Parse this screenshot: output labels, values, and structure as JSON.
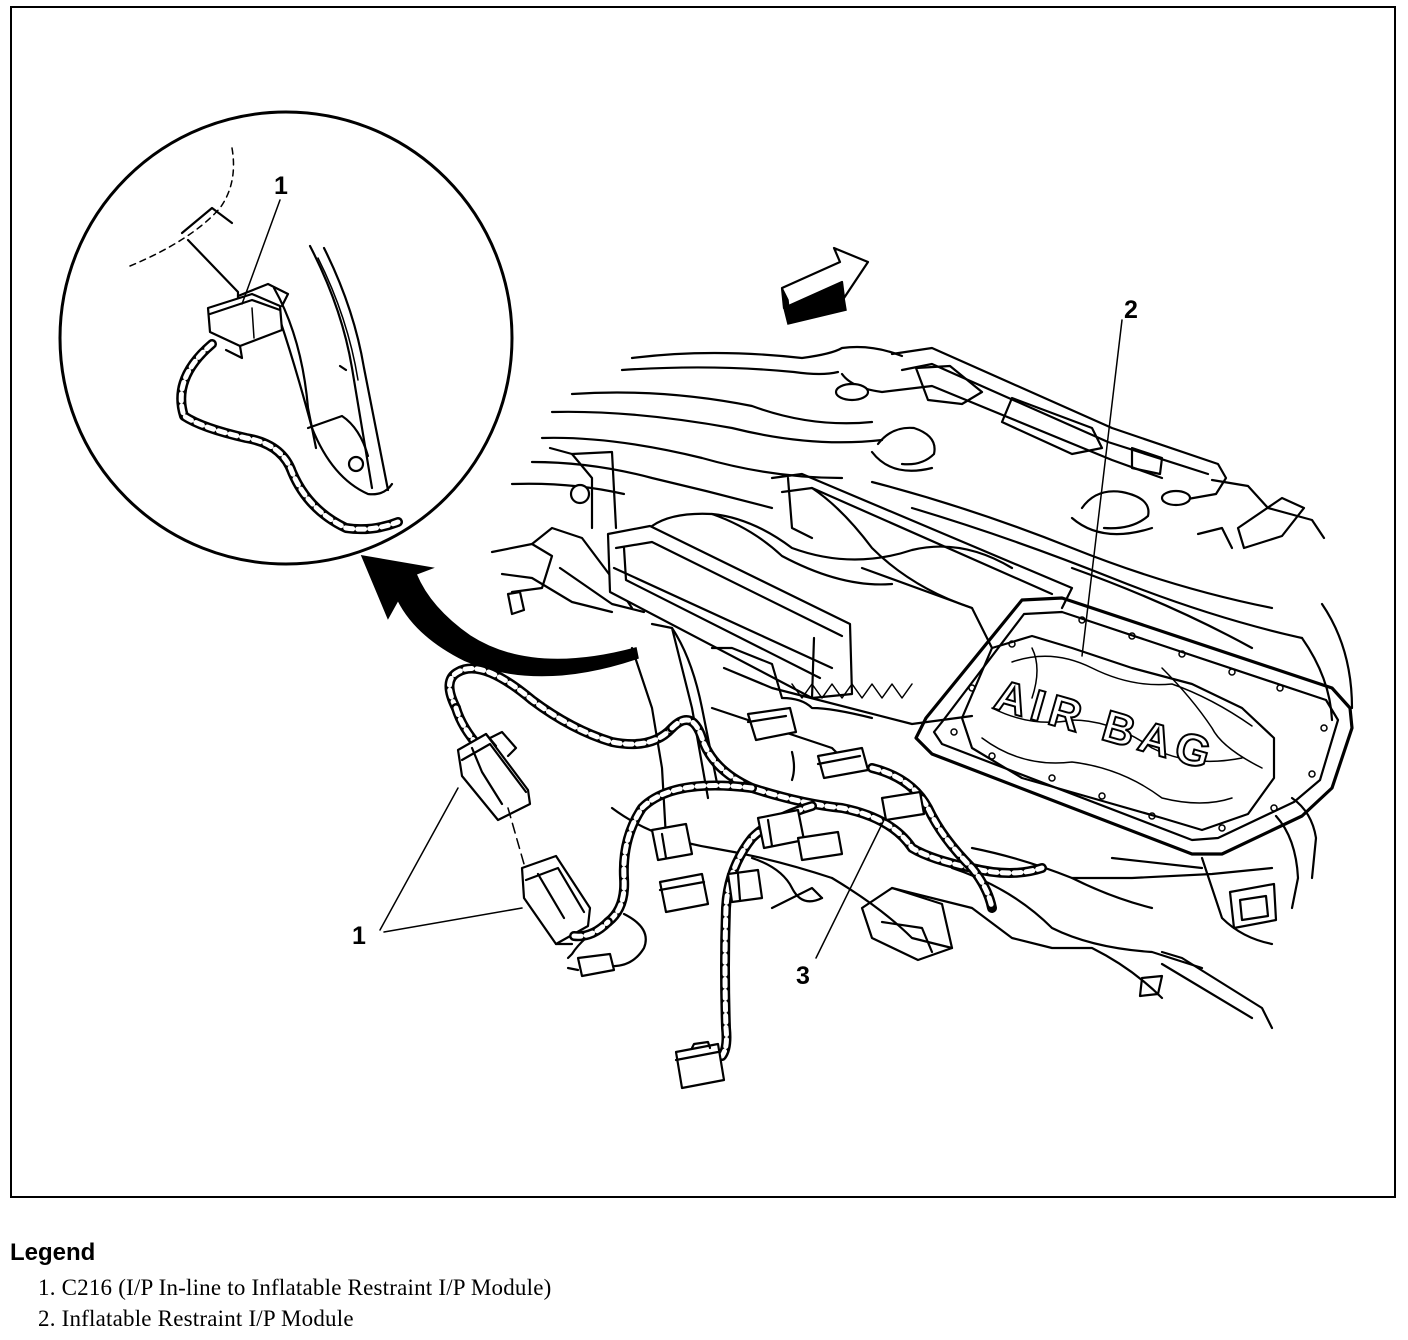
{
  "figure": {
    "callouts": [
      "1",
      "2",
      "1",
      "3"
    ],
    "molded_text": "AIR BAG"
  },
  "legend": {
    "title": "Legend",
    "items": [
      "1. C216 (I/P In-line to Inflatable Restraint I/P Module)",
      "2. Inflatable Restraint I/P Module"
    ]
  },
  "colors": {
    "line": "#000000",
    "background": "#ffffff"
  }
}
